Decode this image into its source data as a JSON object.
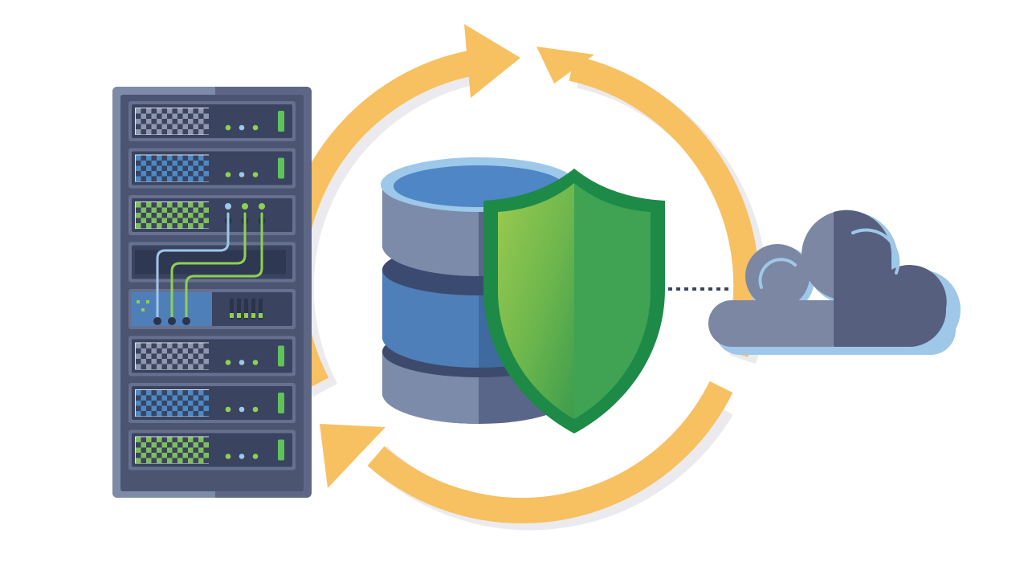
{
  "illustration": {
    "subject": [
      "server-rack-icon",
      "sync-arrows-icon",
      "database-icon",
      "shield-icon",
      "cloud-icon"
    ],
    "rack": {
      "slots": [
        {
          "kind": "drive",
          "led": "on"
        },
        {
          "kind": "drive",
          "led": "on"
        },
        {
          "kind": "drive-ports",
          "led": "off"
        },
        {
          "kind": "blank",
          "led": "off"
        },
        {
          "kind": "patch-panel",
          "led": "off"
        },
        {
          "kind": "drive",
          "led": "on"
        },
        {
          "kind": "drive",
          "led": "on"
        },
        {
          "kind": "drive",
          "led": "on"
        }
      ],
      "cable_count": 3
    },
    "colors": {
      "background": "#ffffff",
      "rack_frame": "#5d6785",
      "rack_frame_light": "#7d8aa8",
      "drive_grid_gray": "#8e97ab",
      "drive_grid_blue": "#4a8ac6",
      "drive_grid_green": "#7fbf5a",
      "led_green": "#5fc25a",
      "arrow": "#f7c061",
      "arrow_shadow": "#e8e8ec",
      "db_light": "#7d8bab",
      "db_dark": "#4a5677",
      "db_blue": "#4f7fb8",
      "db_blue_dark": "#3f6aa0",
      "db_top": "#6aa3da",
      "db_rim": "#9dc8ea",
      "shield_dark": "#1e8a47",
      "shield_mid": "#3fa353",
      "shield_light": "#8bc44c",
      "cloud_light": "#7b87a3",
      "cloud_dark": "#565f7e",
      "cloud_edge": "#9ec7e8",
      "dotted_link": "#3a4566"
    }
  }
}
